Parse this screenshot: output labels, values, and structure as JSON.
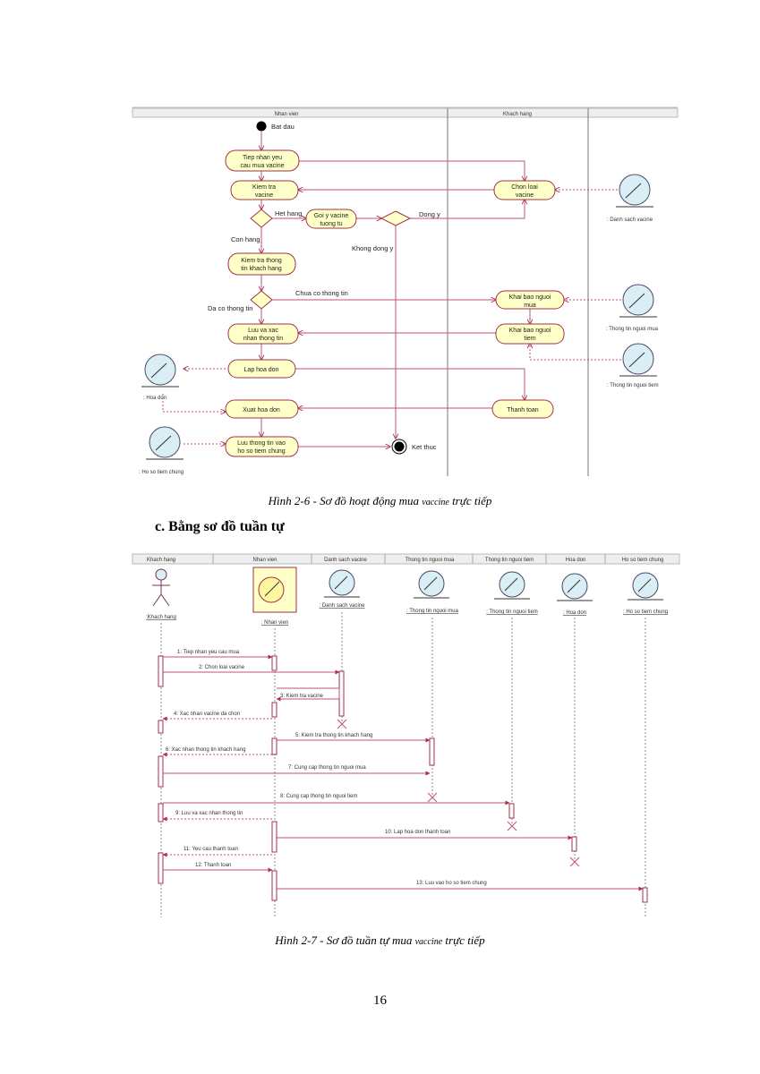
{
  "activity": {
    "lanes": [
      "Nhan vien",
      "Khach hang"
    ],
    "actions": {
      "a1": [
        "Tiep nhan yeu",
        "cau mua vacine"
      ],
      "a2": [
        "Kiem tra",
        "vacine"
      ],
      "a3": [
        "Goi y vacine",
        "tuong tu"
      ],
      "a4": [
        "Kiem tra thong",
        "tin khach hang"
      ],
      "a5": [
        "Luu va xac",
        "nhan thong tin"
      ],
      "a6": [
        "Lap hoa don"
      ],
      "a7": [
        "Xuat hoa don"
      ],
      "a8": [
        "Luu thong tin vao",
        "ho so tiem chung"
      ],
      "c1": [
        "Chon loai",
        "vacine"
      ],
      "c2": [
        "Khai bao nguoi",
        "mua"
      ],
      "c3": [
        "Khai bao nguoi",
        "tiem"
      ],
      "c4": [
        "Thanh toan"
      ]
    },
    "labels": {
      "start": "Bat dau",
      "end": "Ket thuc",
      "het_hang": "Het hang",
      "con_hang": "Con hang",
      "dong_y": "Dong y",
      "khong_dong_y": "Khong dong y",
      "chua_co": "Chua co thong tin",
      "da_co": "Da co thong tin"
    },
    "objects": {
      "o1": ": Danh sach vacine",
      "o2": ": Thong tin nguoi mua",
      "o3": ": Thong tin nguoi tiem",
      "o4": ": Hoa don",
      "o5": ": Ho so tiem chung"
    }
  },
  "caption1": {
    "main": "Hình 2-6 - Sơ đồ hoạt động mua ",
    "small": "vaccine",
    "tail": " trực tiếp"
  },
  "heading": "c. Bằng sơ đồ tuần tự",
  "sequence": {
    "headers": [
      "Khach hang",
      "Nhan vien",
      "Danh sach vacine",
      "Thong tin nguoi mua",
      "Thong tin nguoi tiem",
      "Hoa don",
      "Ho so tiem chung"
    ],
    "lifelines": [
      ":Khach hang",
      ": Nhan vien",
      ": Danh sach vacine",
      ": Thong tin nguoi mua",
      ": Thong tin nguoi tiem",
      ": Hoa don",
      ": Ho so tiem chung"
    ],
    "messages": [
      "1: Tiep nhan yeu cau mua",
      "2: Chon loai vacine",
      "3: Kiem tra vacine",
      "4: Xac nhan vacine da chon",
      "5: Kiem tra thong tin khach hang",
      "6: Xac nhan thong tin khach hang",
      "7: Cung cap thong tin nguoi mua",
      "8: Cung cap thong tin nguoi tiem",
      "9: Luu va xac nhan thong tin",
      "10: Lap hoa don thanh toan",
      "11: Yeu cau thanh toan",
      "12: Thanh toan",
      "13: Luu vao ho so tiem chung"
    ]
  },
  "caption2": {
    "main": "Hình 2-7 - Sơ đồ tuần tự mua ",
    "small": "vaccine",
    "tail": " trực tiếp"
  },
  "page_number": "16",
  "colors": {
    "action_fill": "#ffffc8",
    "border": "#a0324b",
    "line": "#c05070",
    "object_fill": "#d9eef5"
  }
}
